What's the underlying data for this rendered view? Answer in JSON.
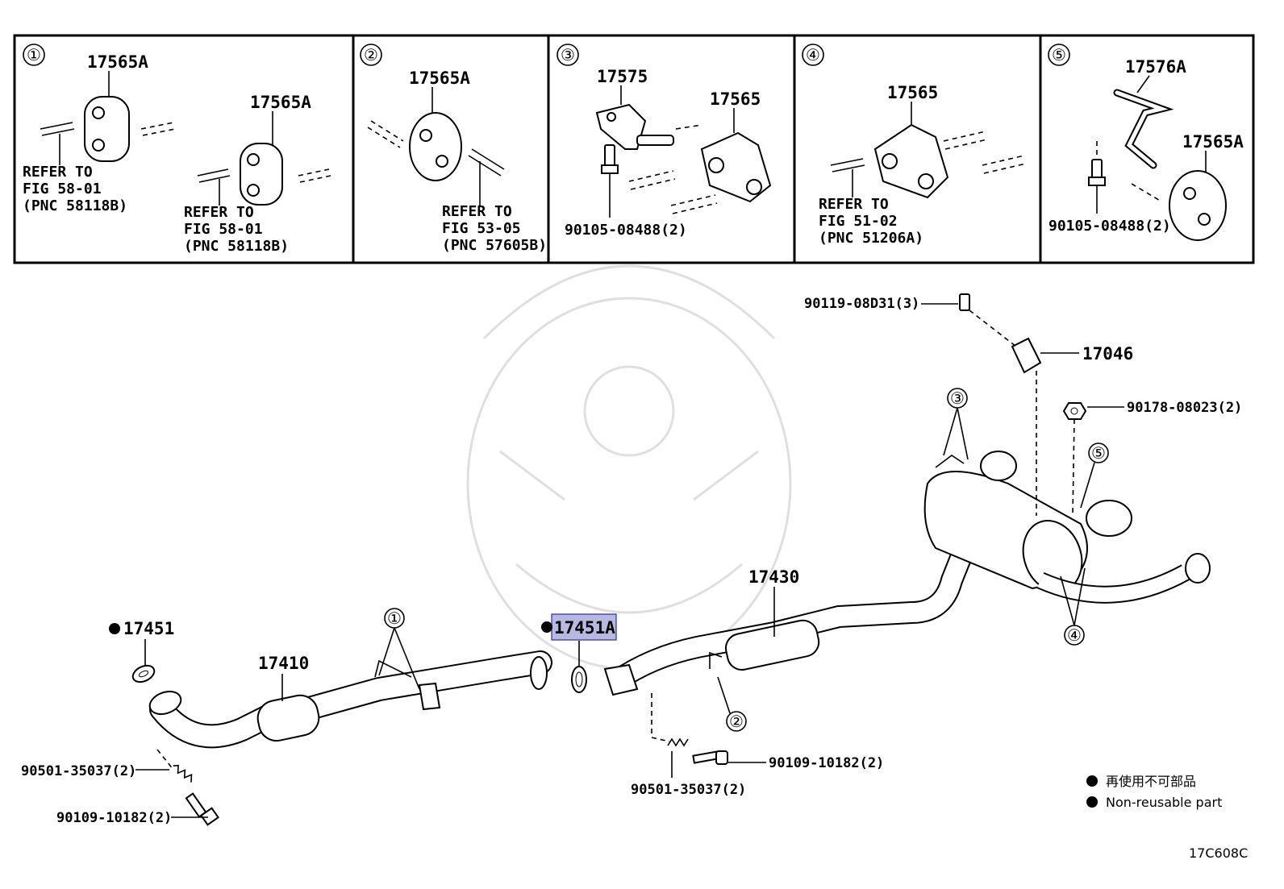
{
  "detail_panels": [
    {
      "num": "①",
      "parts": [
        "17565A",
        "17565A"
      ],
      "refs": [
        [
          "REFER TO",
          "FIG 58-01",
          "(PNC 58118B)"
        ],
        [
          "REFER TO",
          "FIG 58-01",
          "(PNC 58118B)"
        ]
      ]
    },
    {
      "num": "②",
      "parts": [
        "17565A"
      ],
      "refs": [
        [
          "REFER TO",
          "FIG 53-05",
          "(PNC 57605B)"
        ]
      ]
    },
    {
      "num": "③",
      "parts": [
        "17575",
        "17565"
      ],
      "bolt": "90105-08488(2)"
    },
    {
      "num": "④",
      "parts": [
        "17565"
      ],
      "refs": [
        [
          "REFER TO",
          "FIG 51-02",
          "(PNC 51206A)"
        ]
      ]
    },
    {
      "num": "⑤",
      "parts": [
        "17576A",
        "17565A"
      ],
      "bolt": "90105-08488(2)"
    }
  ],
  "main_labels": {
    "bolt_top": "90119-08D31(3)",
    "bracket_top": "17046",
    "nut_right": "90178-08023(2)",
    "tailpipe": "17430",
    "gasket_left": "17451",
    "gasket_mid": "17451A",
    "front_pipe": "17410",
    "spring_left": "90501-35037(2)",
    "bolt_left": "90109-10182(2)",
    "spring_mid": "90501-35037(2)",
    "bolt_mid": "90109-10182(2)"
  },
  "callouts": {
    "c1": "①",
    "c2": "②",
    "c3": "③",
    "c4": "④",
    "c5": "⑤"
  },
  "legend": {
    "jp": "再使用不可部品",
    "en": "Non-reusable part"
  },
  "figure_code": "17C608C"
}
